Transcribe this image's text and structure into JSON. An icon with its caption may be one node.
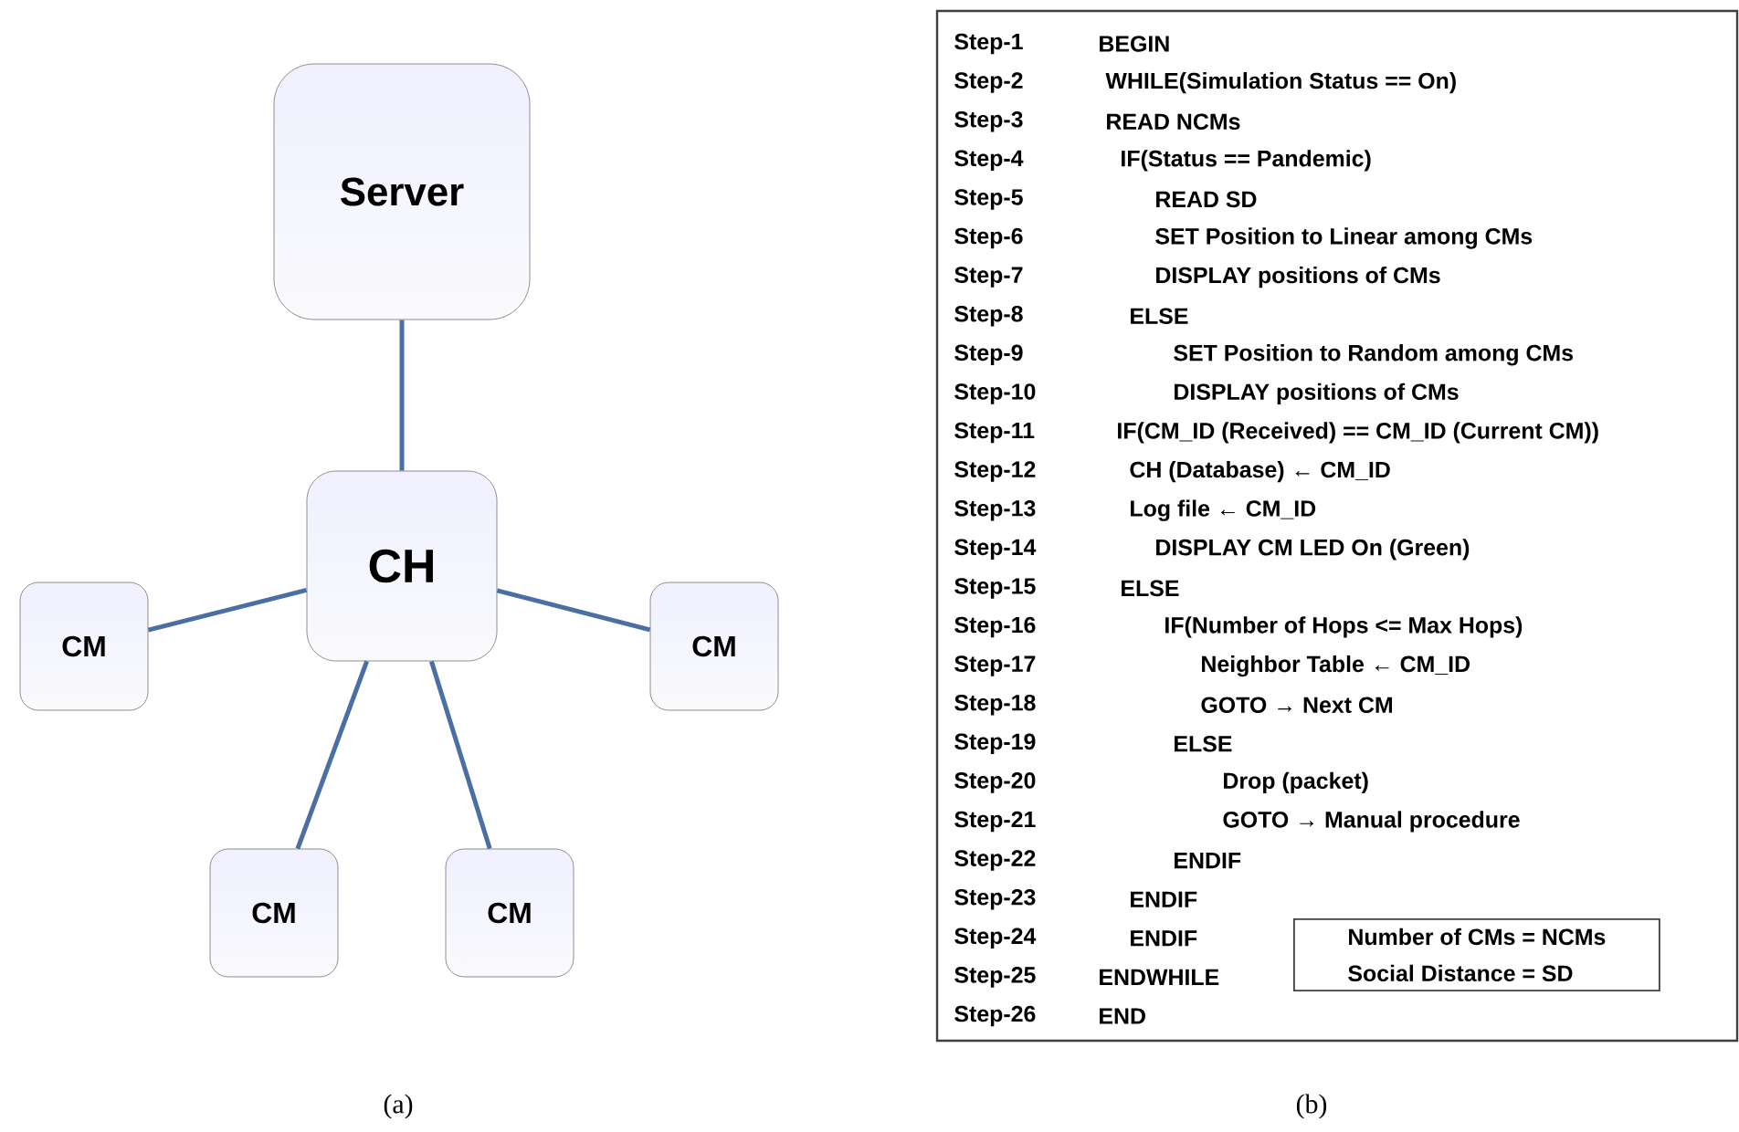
{
  "diagram": {
    "nodes": [
      {
        "text": [
          "Server"
        ]
      },
      {
        "text": [
          "CH"
        ]
      },
      {
        "text": [
          "CM"
        ]
      },
      {
        "text": [
          "CM"
        ]
      },
      {
        "text": [
          "CM"
        ]
      },
      {
        "text": [
          "CM"
        ]
      },
      {
        "text": [
          "Number of CMs = NCMs",
          "Social Distance = SD"
        ]
      }
    ],
    "edges": [
      {
        "from": 0,
        "to": 1,
        "arrow": "none"
      },
      {
        "from": 1,
        "to": 2,
        "arrow": "none"
      },
      {
        "from": 1,
        "to": 3,
        "arrow": "none"
      },
      {
        "from": 1,
        "to": 4,
        "arrow": "none"
      },
      {
        "from": 1,
        "to": 5,
        "arrow": "none"
      }
    ],
    "labels": [
      "Step-1",
      "BEGIN",
      "Step-2",
      "WHILE(Simulation Status == On)",
      "Step-3",
      "READ NCMs",
      "Step-4",
      "IF(Status == Pandemic)",
      "Step-5",
      "READ SD",
      "Step-6",
      "SET Position to Linear among CMs",
      "Step-7",
      "DISPLAY positions of CMs",
      "Step-8",
      "ELSE",
      "Step-9",
      "SET Position to Random among CMs",
      "Step-10",
      "DISPLAY positions of CMs",
      "Step-11",
      "IF(CM_ID (Received) == CM_ID (Current CM))",
      "Step-12",
      "CH (Database) ← CM_ID",
      "Step-13",
      "Log file ← CM_ID",
      "Step-14",
      "DISPLAY CM LED On (Green)",
      "Step-15",
      "ELSE",
      "Step-16",
      "IF(Number of Hops <= Max Hops)",
      "Step-17",
      "Neighbor Table ← CM_ID",
      "Step-18",
      "GOTO → Next CM",
      "Step-19",
      "ELSE",
      "Step-20",
      "Drop (packet)",
      "Step-21",
      "GOTO → Manual procedure",
      "Step-22",
      "ENDIF",
      "Step-23",
      "ENDIF",
      "Step-24",
      "ENDIF",
      "Step-25",
      "ENDWHILE",
      "Step-26",
      "END",
      "(a)",
      "(b)"
    ]
  }
}
